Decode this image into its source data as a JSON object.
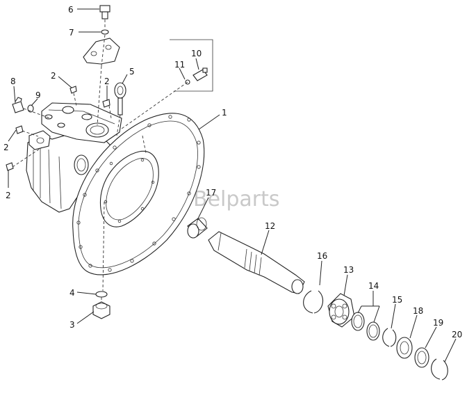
{
  "watermark": "Belparts",
  "callouts": {
    "c1": "1",
    "c2a": "2",
    "c2b": "2",
    "c2c": "2",
    "c2d": "2",
    "c3": "3",
    "c4": "4",
    "c5": "5",
    "c6": "6",
    "c7": "7",
    "c8": "8",
    "c9": "9",
    "c10": "10",
    "c11": "11",
    "c12": "12",
    "c13": "13",
    "c14": "14",
    "c15": "15",
    "c16": "16",
    "c17": "17",
    "c18": "18",
    "c19": "19",
    "c20": "20"
  }
}
